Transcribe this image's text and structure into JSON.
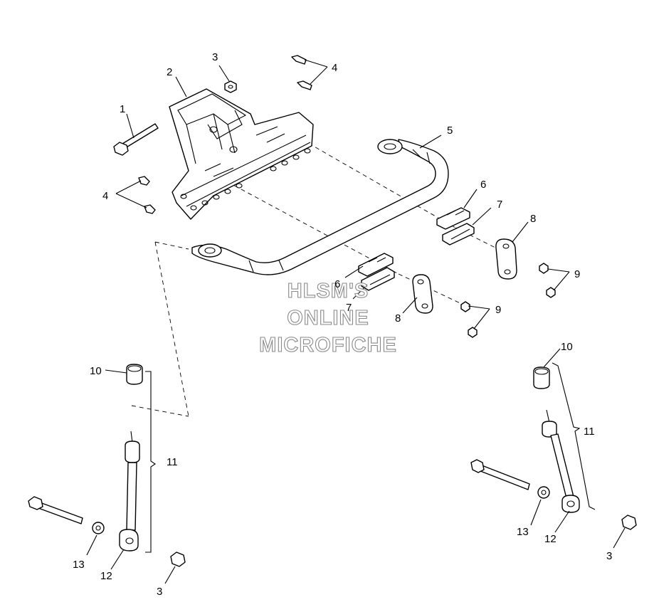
{
  "watermark": {
    "line1": "HLSM'S",
    "line2": "ONLINE",
    "line3": "MICROFICHE"
  },
  "callouts": {
    "c1": "1",
    "c2": "2",
    "c3a": "3",
    "c3b": "3",
    "c3c": "3",
    "c4a": "4",
    "c4b": "4",
    "c5": "5",
    "c6a": "6",
    "c6b": "6",
    "c7a": "7",
    "c7b": "7",
    "c8a": "8",
    "c8b": "8",
    "c9a": "9",
    "c9b": "9",
    "c10a": "10",
    "c10b": "10",
    "c11a": "11",
    "c11b": "11",
    "c12a": "12",
    "c12b": "12",
    "c13a": "13",
    "c13b": "13"
  }
}
